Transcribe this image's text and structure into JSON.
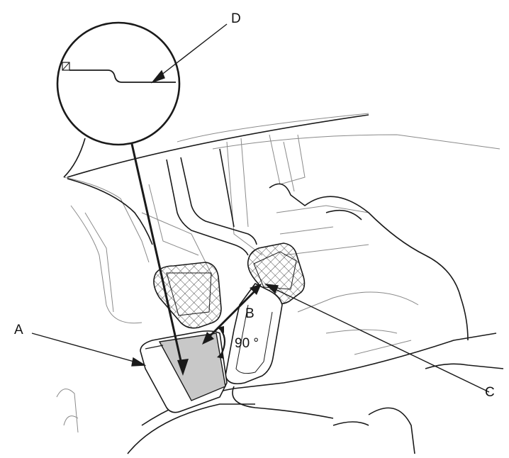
{
  "labels": {
    "a": "A",
    "b": "B",
    "c": "C",
    "d": "D",
    "angle": "90 °"
  },
  "colors": {
    "line": "#1a1a1a",
    "fine_line": "#8a8a8a",
    "highlight": "#c8c8c8",
    "background": "#ffffff"
  }
}
